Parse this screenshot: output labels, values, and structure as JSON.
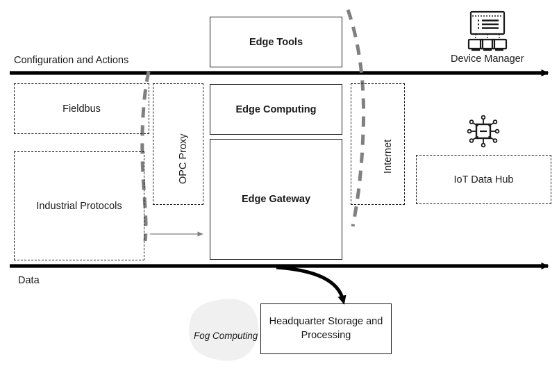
{
  "diagram": {
    "title_hidden": "",
    "axes": [
      {
        "name": "configuration-and-actions",
        "label": "Configuration and Actions"
      },
      {
        "name": "data",
        "label": "Data"
      }
    ],
    "solid_boxes": [
      {
        "name": "edge-tools",
        "label": "Edge Tools"
      },
      {
        "name": "edge-computing",
        "label": "Edge Computing"
      },
      {
        "name": "edge-gateway",
        "label": "Edge Gateway"
      },
      {
        "name": "headquarter-storage",
        "label": "Headquarter Storage and Processing"
      }
    ],
    "dashed_boxes": [
      {
        "name": "fieldbus",
        "label": "Fieldbus"
      },
      {
        "name": "industrial-protocols",
        "label": "Industrial Protocols"
      },
      {
        "name": "opc-proxy",
        "label": "OPC Proxy"
      },
      {
        "name": "internet",
        "label": "Internet"
      },
      {
        "name": "iot-data-hub",
        "label": "IoT Data Hub"
      }
    ],
    "icon_labels": [
      {
        "name": "device-manager",
        "label": "Device Manager",
        "icon": "device-manager-icon"
      },
      {
        "name": "iot-data-hub-icon-label",
        "label": "",
        "icon": "iot-hub-icon"
      }
    ],
    "region_label": {
      "name": "fog-computing",
      "label": "Fog Computing"
    },
    "colors": {
      "stroke": "#1a1a1a",
      "dashed_gray": "#808080",
      "fog_fill": "#f0f0f0",
      "arrow_gray": "#808080"
    }
  }
}
